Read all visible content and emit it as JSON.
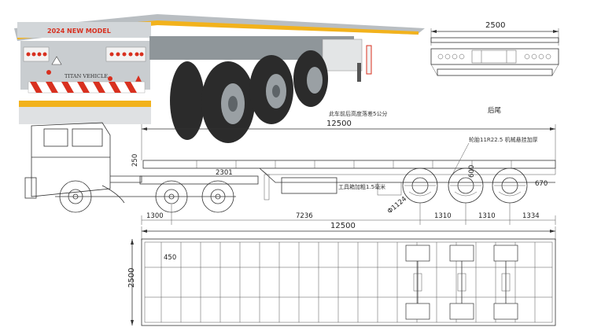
{
  "photo": {
    "bed_text": "2024 NEW MODEL",
    "brand_text": "TITAN VEHICLE",
    "colors": {
      "body": "#c9cdd0",
      "stripe": "#f2b21c",
      "reflector_red": "#d8301f",
      "reflector_white": "#f3f3f3",
      "tyre": "#2b2b2b",
      "rim": "#9aa0a4"
    }
  },
  "rear_view": {
    "width_label": "2500",
    "caption": "后尾"
  },
  "side_view": {
    "height_note": "此车前后高度落差5公分",
    "total_length_label": "12500",
    "bed_height_label": "250",
    "fifth_wheel_label": "2301",
    "front_offset_label": "1300",
    "kingpin_to_axle_label": "7236",
    "axle_spacing_1_label": "1310",
    "axle_spacing_2_label": "1310",
    "rear_overhang_label": "1334",
    "wheel_diameter_label": "Φ1124",
    "tyre_height_label": "600",
    "rear_height_label": "670",
    "tyre_note": "轮胎11R22.5  机械悬挂加厚",
    "toolbox_note": "工具箱加粗1.5毫米"
  },
  "top_view": {
    "length_label": "12500",
    "width_label": "2500",
    "spacing_label": "450"
  }
}
